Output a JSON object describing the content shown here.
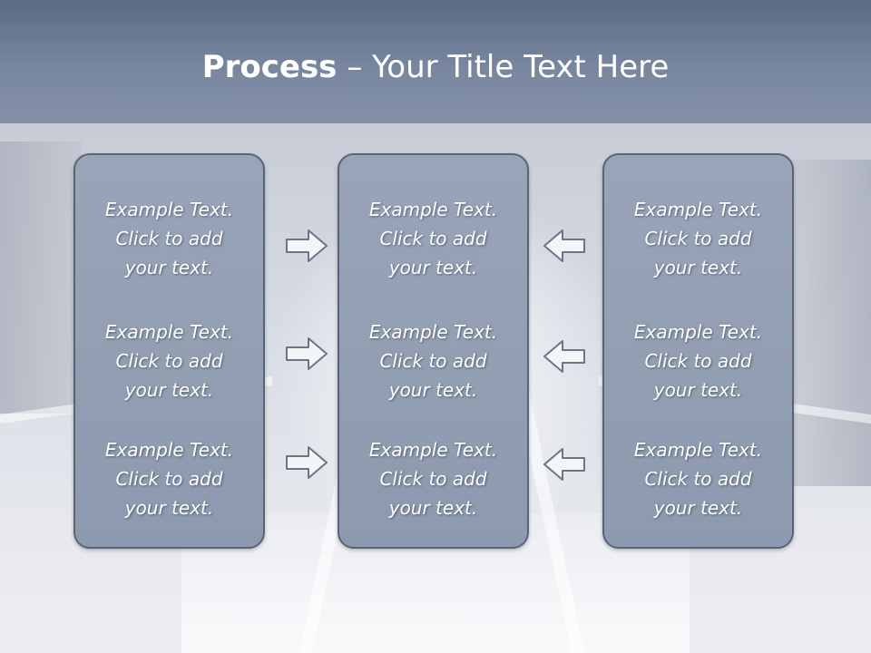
{
  "slide": {
    "title_bold": "Process",
    "title_rest": " – Your Title Text Here"
  },
  "columns": [
    {
      "items": [
        {
          "line1": "Example Text.",
          "line2": "Click  to add",
          "line3": "your text."
        },
        {
          "line1": "Example Text.",
          "line2": "Click  to add",
          "line3": "your text."
        },
        {
          "line1": "Example Text.",
          "line2": "Click  to add",
          "line3": "your text."
        }
      ]
    },
    {
      "items": [
        {
          "line1": "Example Text.",
          "line2": "Click  to add",
          "line3": "your text."
        },
        {
          "line1": "Example Text.",
          "line2": "Click  to add",
          "line3": "your text."
        },
        {
          "line1": "Example Text.",
          "line2": "Click  to add",
          "line3": "your text."
        }
      ]
    },
    {
      "items": [
        {
          "line1": "Example Text.",
          "line2": "Click  to add",
          "line3": "your text."
        },
        {
          "line1": "Example Text.",
          "line2": "Click  to add",
          "line3": "your text."
        },
        {
          "line1": "Example Text.",
          "line2": "Click  to add",
          "line3": "your text."
        }
      ]
    }
  ],
  "arrows": {
    "left_group": "arrow-right-icon",
    "right_group": "arrow-left-icon"
  },
  "colors": {
    "title_bar": "#6f7d96",
    "card_fill": "#939eb3",
    "card_border": "#5a6478",
    "text": "#ffffff"
  }
}
